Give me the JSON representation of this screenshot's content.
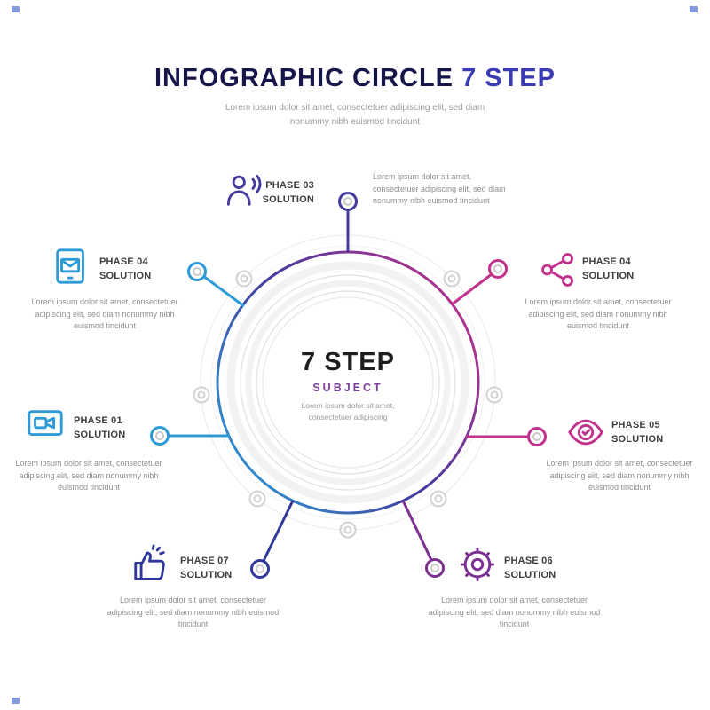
{
  "colors": {
    "blue": "#2e9ad6",
    "indigo": "#453a9d",
    "navy": "#30389b",
    "purple": "#7b2f92",
    "magenta": "#c0328c",
    "title_ink": "#16164a",
    "title_accent": "#3a3ab5",
    "sub_purple": "#7c3f9b",
    "label_ink": "#3e3e3e",
    "muted": "#8f8f8f",
    "watermark": "#5b79d6"
  },
  "header": {
    "title_main": "INFOGRAPHIC CIRCLE",
    "title_accent": "7 STEP",
    "subtitle": "Lorem ipsum dolor sit amet, consectetuer adipiscing elit, sed diam nonummy nibh euismod tincidunt"
  },
  "center": {
    "heading": "7 STEP",
    "subheading": "SUBJECT",
    "body": "Lorem ipsum dolor sit amet, consectetuer adipiscing"
  },
  "phases": [
    {
      "label": "PHASE 03",
      "sublabel": "SOLUTION",
      "icon": "speaking-person-icon",
      "color": "#453a9d",
      "body": "Lorem ipsum dolor sit amet, consectetuer adipiscing elit, sed diam nonummy nibh euismod tincidunt"
    },
    {
      "label": "PHASE 04",
      "sublabel": "SOLUTION",
      "icon": "tablet-email-icon",
      "color": "#2e9ad6",
      "body": "Lorem ipsum dolor sit amet, consectetuer adipiscing elit, sed diam nonummy nibh euismod tincidunt"
    },
    {
      "label": "PHASE 04",
      "sublabel": "SOLUTION",
      "icon": "share-nodes-icon",
      "color": "#c0328c",
      "body": "Lorem ipsum dolor sit amet, consectetuer adipiscing elit, sed diam nonummy nibh euismod tincidunt"
    },
    {
      "label": "PHASE 01",
      "sublabel": "SOLUTION",
      "icon": "video-monitor-icon",
      "color": "#2e9ad6",
      "body": "Lorem ipsum dolor sit amet, consectetuer adipiscing elit, sed diam nonummy nibh euismod tincidunt"
    },
    {
      "label": "PHASE 05",
      "sublabel": "SOLUTION",
      "icon": "eye-check-icon",
      "color": "#c0328c",
      "body": "Lorem ipsum dolor sit amet, consectetuer adipiscing elit, sed diam nonummy nibh euismod tincidunt"
    },
    {
      "label": "PHASE 07",
      "sublabel": "SOLUTION",
      "icon": "thumbs-up-icon",
      "color": "#30389b",
      "body": "Lorem ipsum dolor sit amet, consectetuer adipiscing elit, sed diam nonummy nibh euismod tincidunt"
    },
    {
      "label": "PHASE 06",
      "sublabel": "SOLUTION",
      "icon": "gear-icon",
      "color": "#7b2f92",
      "body": "Lorem ipsum dolor sit amet, consectetuer adipiscing elit, sed diam nonummy nibh euismod tincidunt"
    }
  ]
}
